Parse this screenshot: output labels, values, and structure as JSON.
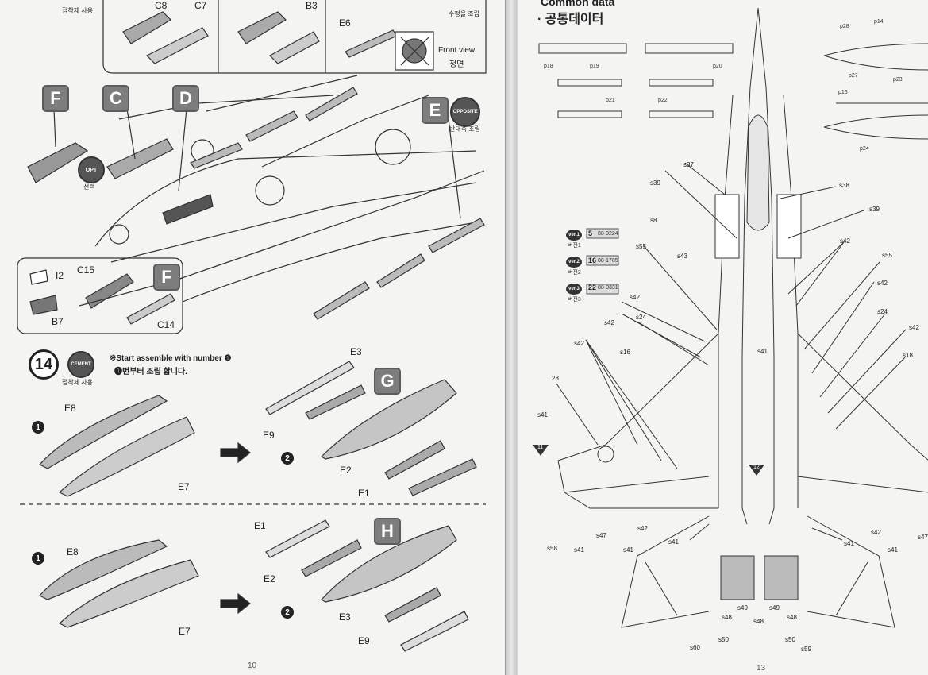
{
  "left_page": {
    "page_number": "10",
    "top_strip": {
      "cement_label": "접착제 사용",
      "parts": [
        "C8",
        "C7",
        "B3",
        "E6"
      ],
      "badge_c": "C",
      "badge_d": "D",
      "badge_e": "E",
      "horizontal_label": "수평을 조립",
      "front_view_en": "Front view",
      "front_view_kr": "정면"
    },
    "step13": {
      "badges": [
        "F",
        "C",
        "D",
        "E"
      ],
      "opt_label": "OPT",
      "opt_caption": "선택",
      "opposite_label": "OPPOSITE",
      "opposite_caption": "반대측 조립",
      "inset": {
        "parts": [
          "I2",
          "B7",
          "C15",
          "C14"
        ],
        "badge": "F"
      }
    },
    "step14": {
      "number": "14",
      "cement_label": "CEMENT",
      "cement_caption": "접착제 사용",
      "note_en": "※Start assemble with number ❶",
      "note_kr": "❶번부터 조립 합니다.",
      "variant_g": {
        "badge": "G",
        "sub1": "1",
        "sub2": "2",
        "parts": [
          "E8",
          "E7",
          "E3",
          "E9",
          "E2",
          "E1"
        ]
      },
      "variant_h": {
        "badge": "H",
        "sub1": "1",
        "sub2": "2",
        "parts": [
          "E8",
          "E7",
          "E1",
          "E2",
          "E3",
          "E9"
        ]
      }
    }
  },
  "right_page": {
    "page_number": "13",
    "heading_en": "Common data",
    "heading_kr": "· 공통데이터",
    "top_labels": [
      "p18",
      "p19",
      "p20",
      "p21",
      "p22",
      "p28",
      "p14",
      "p27",
      "p23",
      "p16",
      "p24"
    ],
    "versions": [
      {
        "badge": "ver.1",
        "num": "5",
        "code": "88-0224",
        "caption": "버전1"
      },
      {
        "badge": "ver.2",
        "num": "16",
        "code": "88-1705",
        "caption": "버전2"
      },
      {
        "badge": "ver.3",
        "num": "22",
        "code": "88-0331",
        "caption": "버전3"
      }
    ],
    "stencil_labels": {
      "s37": "s37",
      "s38": "s38",
      "s39a": "s39",
      "s39b": "s39",
      "s8": "s8",
      "s55a": "s55",
      "s55b": "s55",
      "s43": "s43",
      "s42a": "s42",
      "s42b": "s42",
      "s42c": "s42",
      "s42d": "s42",
      "s42e": "s42",
      "s42f": "s42",
      "s42g": "s42",
      "s42h": "s42",
      "s24a": "s24",
      "s24b": "s24",
      "s16": "s16",
      "s18": "s18",
      "s41a": "s41",
      "s41b": "s41",
      "s41c": "s41",
      "s41d": "s41",
      "s41e": "s41",
      "s41f": "s41",
      "s41g": "s41",
      "s28": "28",
      "s47a": "s47",
      "s47b": "s47",
      "s58": "s58",
      "s60": "s60",
      "s50a": "s50",
      "s50b": "s50",
      "s48a": "s48",
      "s48b": "s48",
      "s48c": "s48",
      "s49a": "s49",
      "s49b": "s49",
      "s59": "s59"
    },
    "markers": [
      "11",
      "12"
    ]
  }
}
